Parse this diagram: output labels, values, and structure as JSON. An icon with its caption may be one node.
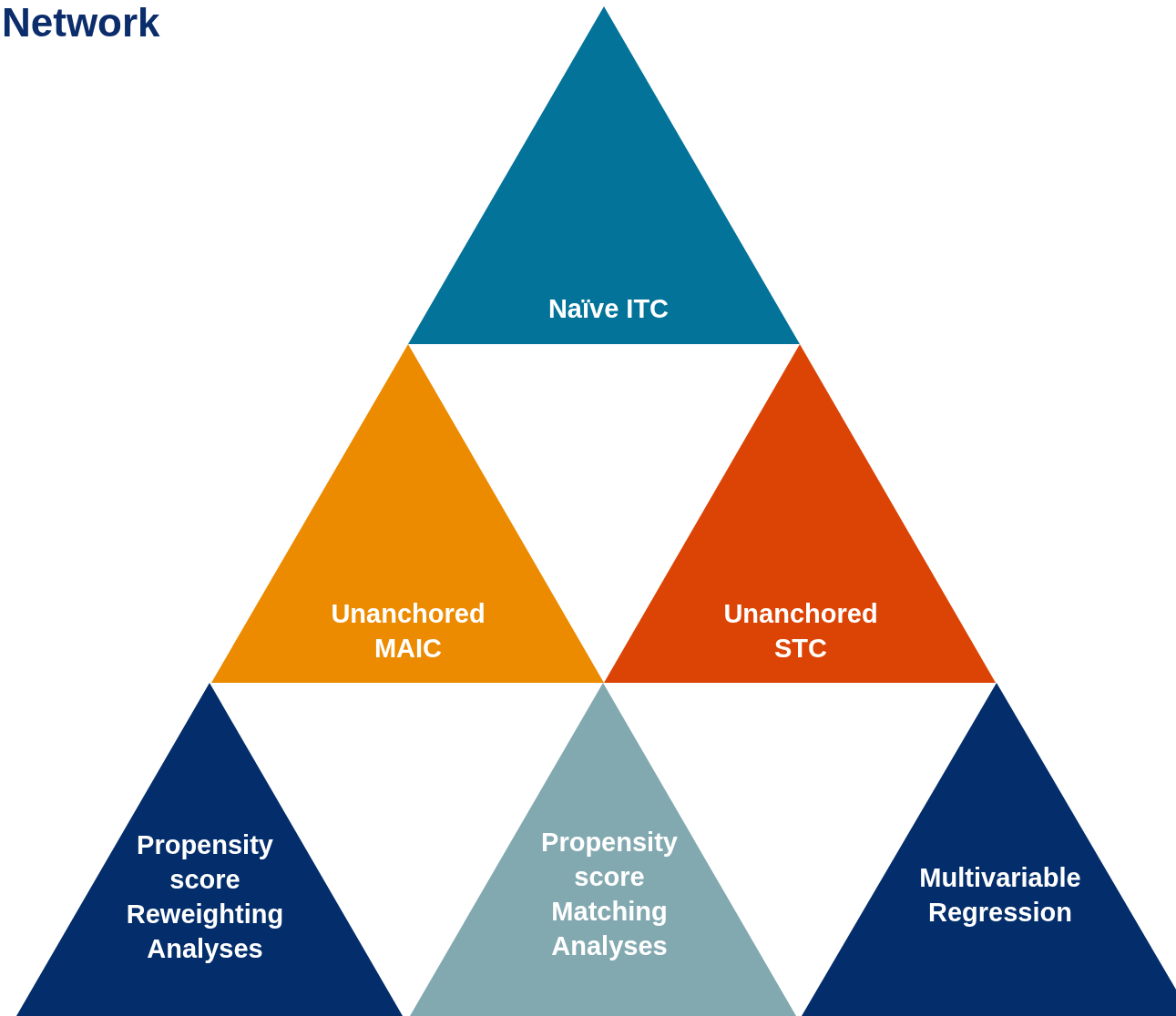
{
  "diagram": {
    "title": "Network",
    "nodes": [
      {
        "text": [
          "Naïve ITC"
        ]
      },
      {
        "text": [
          "Unanchored MAIC"
        ]
      },
      {
        "text": [
          "Unanchored STC"
        ]
      },
      {
        "text": [
          "Propensity score Reweighting Analyses"
        ]
      },
      {
        "text": [
          "Propensity score Matching Analyses"
        ]
      },
      {
        "text": [
          "Multivariable Regression"
        ]
      }
    ],
    "edges": []
  }
}
